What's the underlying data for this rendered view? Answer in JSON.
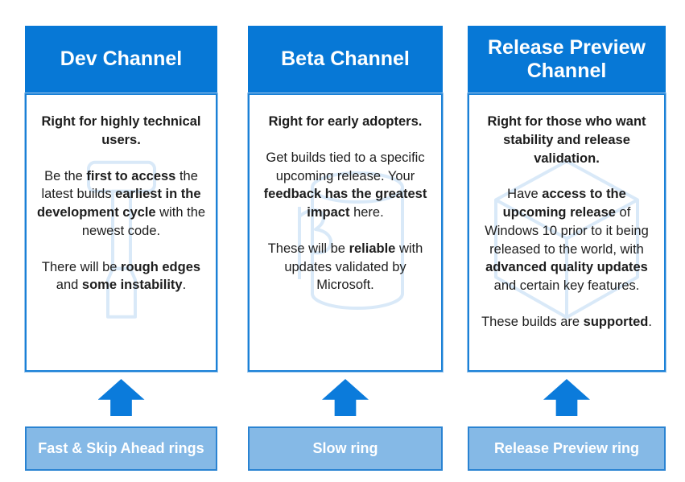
{
  "colors": {
    "header_blue": "#0778d6",
    "box_border_blue": "#1a81d7",
    "box_border_light": "#9cc6ec",
    "arrow_blue": "#0b7bdb",
    "ring_fill": "#85b9e6",
    "ring_border": "#2a83d2",
    "ring_text": "#ffffff",
    "body_text": "#1d1d1d",
    "watermark_blue": "#d9e9f8"
  },
  "columns": [
    {
      "title": "Dev Channel",
      "watermark_icon": "hammer-tool-icon",
      "paragraphs": [
        [
          {
            "t": "Right for highly technical users.",
            "b": true
          }
        ],
        [
          {
            "t": "Be the ",
            "b": false
          },
          {
            "t": "first to access",
            "b": true
          },
          {
            "t": " the latest builds ",
            "b": false
          },
          {
            "t": "earliest in the development cycle",
            "b": true
          },
          {
            "t": " with the newest code.",
            "b": false
          }
        ],
        [
          {
            "t": "There will be ",
            "b": false
          },
          {
            "t": "rough edges",
            "b": true
          },
          {
            "t": " and ",
            "b": false
          },
          {
            "t": "some instability",
            "b": true
          },
          {
            "t": ".",
            "b": false
          }
        ]
      ],
      "ring_label": "Fast & Skip Ahead rings"
    },
    {
      "title": "Beta Channel",
      "watermark_icon": "beta-beaker-icon",
      "paragraphs": [
        [
          {
            "t": "Right for early adopters.",
            "b": true
          }
        ],
        [
          {
            "t": "Get builds tied to a specific upcoming release. Your ",
            "b": false
          },
          {
            "t": "feedback has the greatest impact",
            "b": true
          },
          {
            "t": " here.",
            "b": false
          }
        ],
        [
          {
            "t": "These will be ",
            "b": false
          },
          {
            "t": "reliable",
            "b": true
          },
          {
            "t": " with updates validated by Microsoft.",
            "b": false
          }
        ]
      ],
      "ring_label": "Slow ring"
    },
    {
      "title": "Release Preview Channel",
      "watermark_icon": "package-cube-icon",
      "paragraphs": [
        [
          {
            "t": "Right for those who want stability and release validation.",
            "b": true
          }
        ],
        [
          {
            "t": "Have ",
            "b": false
          },
          {
            "t": "access to the upcoming release",
            "b": true
          },
          {
            "t": " of Windows 10 prior to it being released to the world, with ",
            "b": false
          },
          {
            "t": "advanced quality updates",
            "b": true
          },
          {
            "t": " and certain key features.",
            "b": false
          }
        ],
        [
          {
            "t": "These builds are ",
            "b": false
          },
          {
            "t": "supported",
            "b": true
          },
          {
            "t": ".",
            "b": false
          }
        ]
      ],
      "ring_label": "Release Preview ring"
    }
  ]
}
